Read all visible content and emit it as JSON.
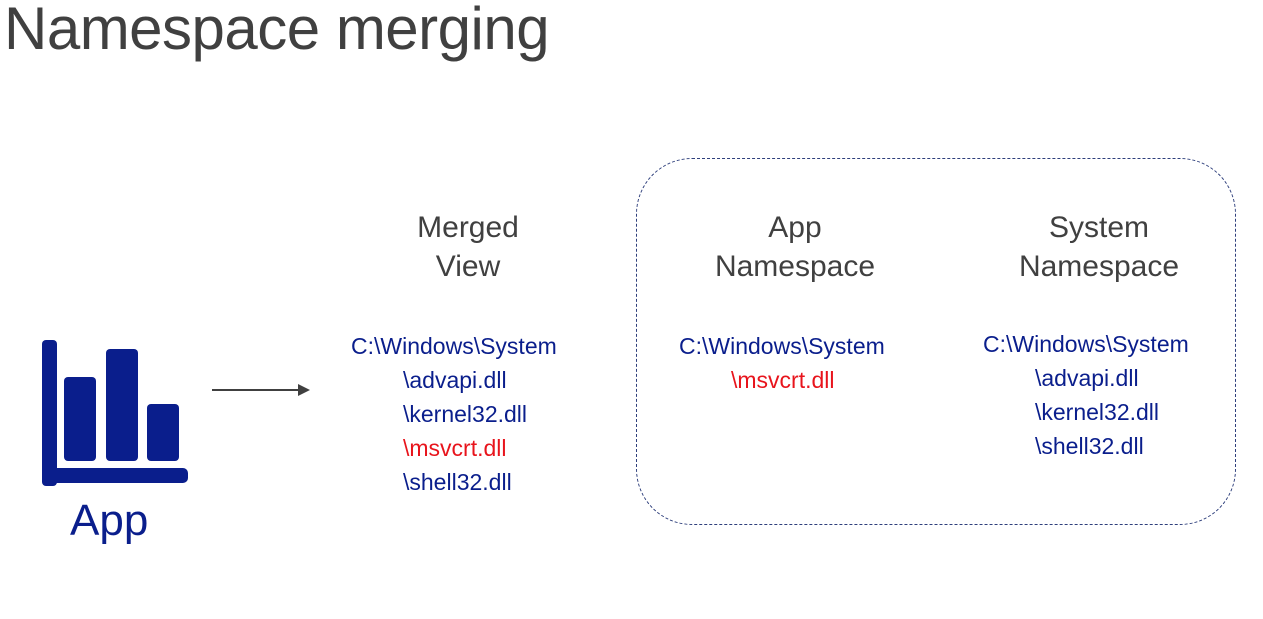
{
  "title": "Namespace merging",
  "app": {
    "label": "App",
    "icon": "bar-chart-icon",
    "color": "#0a1e8c"
  },
  "colors": {
    "title": "#404040",
    "path": "#0a1e8c",
    "highlight": "#e8141c",
    "box_border": "#2e3f7c"
  },
  "merged_view": {
    "heading": [
      "Merged",
      "View"
    ],
    "root": "C:\\Windows\\System",
    "items": [
      {
        "name": "\\advapi.dll",
        "highlight": false
      },
      {
        "name": "\\kernel32.dll",
        "highlight": false
      },
      {
        "name": "\\msvcrt.dll",
        "highlight": true
      },
      {
        "name": "\\shell32.dll",
        "highlight": false
      }
    ]
  },
  "app_namespace": {
    "heading": [
      "App",
      "Namespace"
    ],
    "root": "C:\\Windows\\System",
    "items": [
      {
        "name": "\\msvcrt.dll",
        "highlight": true
      }
    ]
  },
  "system_namespace": {
    "heading": [
      "System",
      "Namespace"
    ],
    "root": "C:\\Windows\\System",
    "items": [
      {
        "name": "\\advapi.dll",
        "highlight": false
      },
      {
        "name": "\\kernel32.dll",
        "highlight": false
      },
      {
        "name": "\\shell32.dll",
        "highlight": false
      }
    ]
  }
}
